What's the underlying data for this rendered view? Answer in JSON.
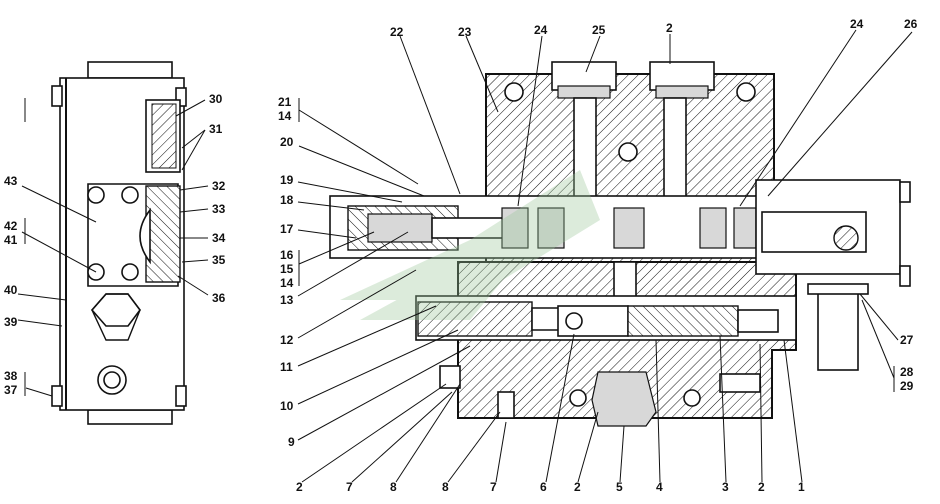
{
  "callouts": [
    {
      "id": "c30",
      "text": "30"
    },
    {
      "id": "c31",
      "text": "31"
    },
    {
      "id": "c32",
      "text": "32"
    },
    {
      "id": "c33",
      "text": "33"
    },
    {
      "id": "c34",
      "text": "34"
    },
    {
      "id": "c35",
      "text": "35"
    },
    {
      "id": "c36",
      "text": "36"
    },
    {
      "id": "c43",
      "text": "43"
    },
    {
      "id": "c42",
      "text": "42"
    },
    {
      "id": "c41",
      "text": "41"
    },
    {
      "id": "c40",
      "text": "40"
    },
    {
      "id": "c39",
      "text": "39"
    },
    {
      "id": "c38",
      "text": "38"
    },
    {
      "id": "c37",
      "text": "37"
    },
    {
      "id": "c21",
      "text": "21"
    },
    {
      "id": "c14a",
      "text": "14"
    },
    {
      "id": "c20",
      "text": "20"
    },
    {
      "id": "c19",
      "text": "19"
    },
    {
      "id": "c18",
      "text": "18"
    },
    {
      "id": "c17",
      "text": "17"
    },
    {
      "id": "c16",
      "text": "16"
    },
    {
      "id": "c15",
      "text": "15"
    },
    {
      "id": "c14b",
      "text": "14"
    },
    {
      "id": "c13",
      "text": "13"
    },
    {
      "id": "c12",
      "text": "12"
    },
    {
      "id": "c11",
      "text": "11"
    },
    {
      "id": "c10",
      "text": "10"
    },
    {
      "id": "c9",
      "text": "9"
    },
    {
      "id": "c2a",
      "text": "2"
    },
    {
      "id": "c7a",
      "text": "7"
    },
    {
      "id": "c8a",
      "text": "8"
    },
    {
      "id": "c8b",
      "text": "8"
    },
    {
      "id": "c7b",
      "text": "7"
    },
    {
      "id": "c6",
      "text": "6"
    },
    {
      "id": "c2b",
      "text": "2"
    },
    {
      "id": "c5",
      "text": "5"
    },
    {
      "id": "c4",
      "text": "4"
    },
    {
      "id": "c3",
      "text": "3"
    },
    {
      "id": "c2c",
      "text": "2"
    },
    {
      "id": "c1",
      "text": "1"
    },
    {
      "id": "c22",
      "text": "22"
    },
    {
      "id": "c23",
      "text": "23"
    },
    {
      "id": "c24a",
      "text": "24"
    },
    {
      "id": "c25",
      "text": "25"
    },
    {
      "id": "c2d",
      "text": "2"
    },
    {
      "id": "c24b",
      "text": "24"
    },
    {
      "id": "c26",
      "text": "26"
    },
    {
      "id": "c27",
      "text": "27"
    },
    {
      "id": "c28",
      "text": "28"
    },
    {
      "id": "c29",
      "text": "29"
    }
  ],
  "colors": {
    "line": "#111111",
    "hatch": "#111111",
    "watermark": "#9cc89a",
    "background": "#ffffff"
  }
}
